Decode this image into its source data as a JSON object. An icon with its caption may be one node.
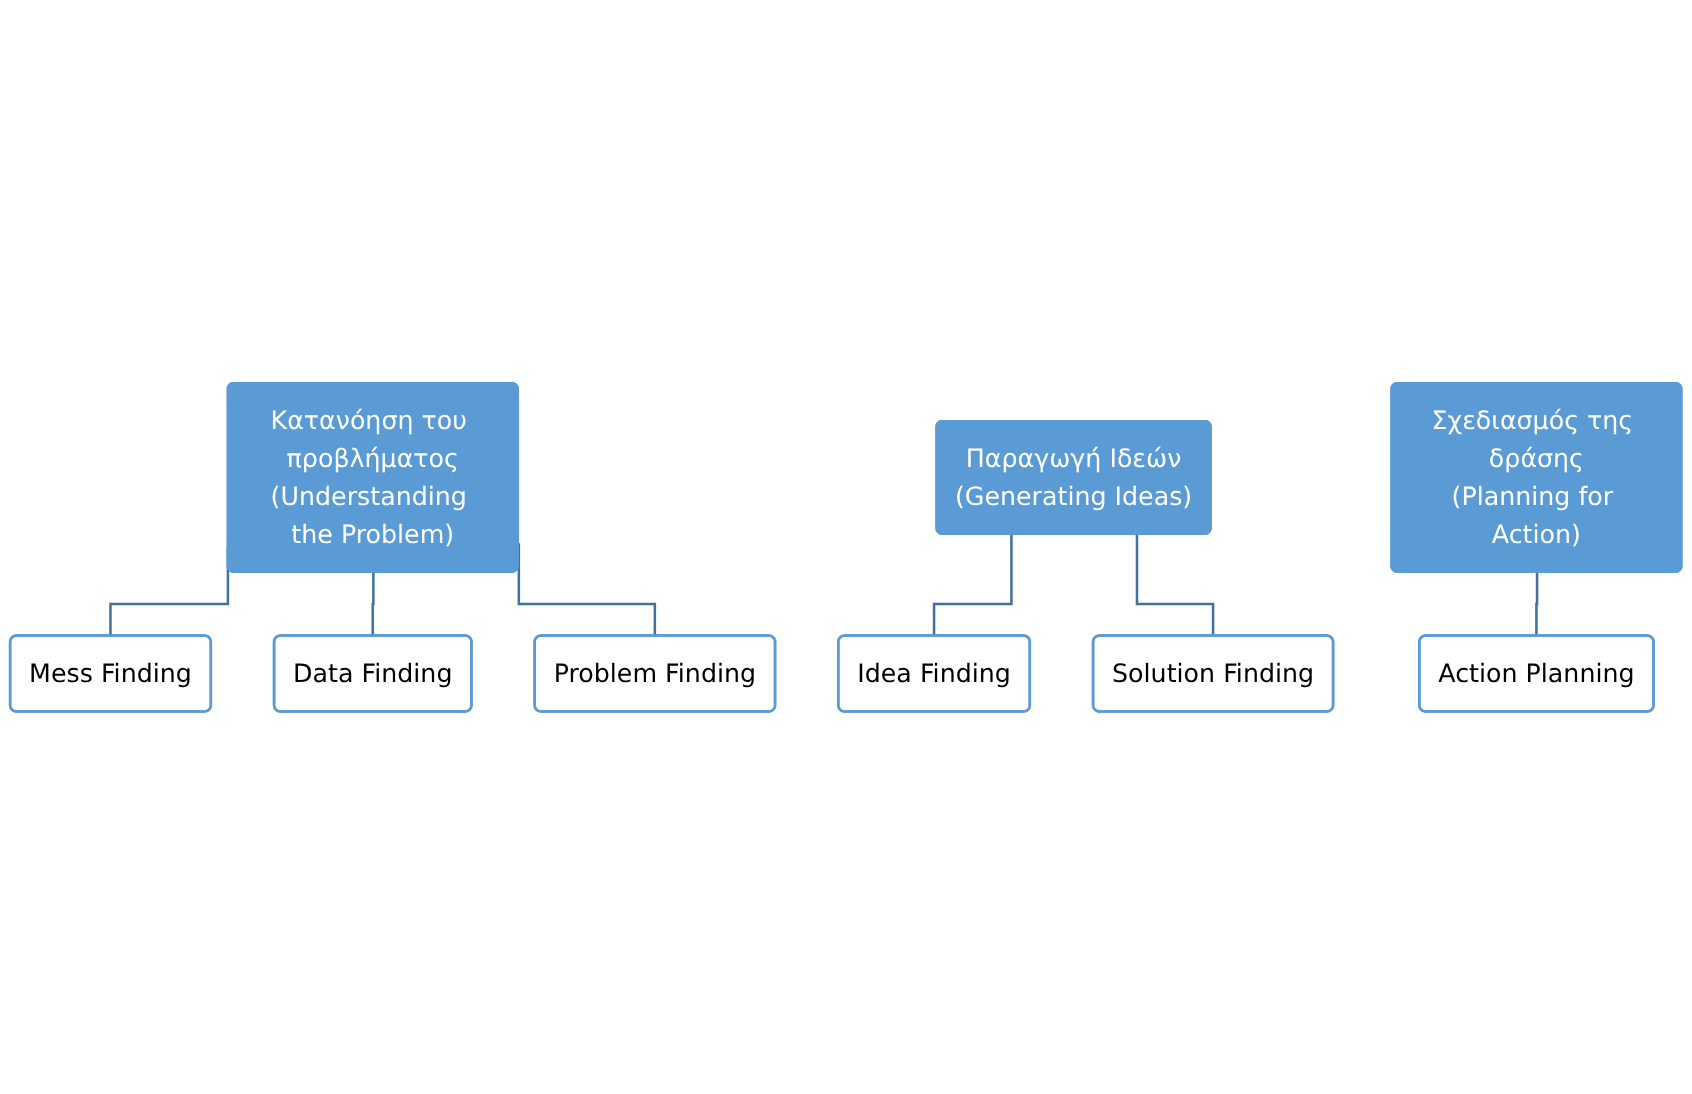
{
  "diagram": {
    "nodes": [
      {
        "text": [
          "Κατανόηση του προβλήματος",
          "(Understanding the Problem)"
        ]
      },
      {
        "text": [
          "Mess Finding"
        ]
      },
      {
        "text": [
          "Data Finding"
        ]
      },
      {
        "text": [
          "Problem Finding"
        ]
      },
      {
        "text": [
          "Παραγωγή Ιδεών",
          "(Generating Ideas)"
        ]
      },
      {
        "text": [
          "Idea Finding"
        ]
      },
      {
        "text": [
          "Solution Finding"
        ]
      },
      {
        "text": [
          "Σχεδιασμός της δράσης",
          "(Planning for Action)"
        ]
      },
      {
        "text": [
          "Action Planning"
        ]
      }
    ],
    "edges": [
      {
        "from": 0,
        "to": 1,
        "arrow": "none"
      },
      {
        "from": 0,
        "to": 2,
        "arrow": "none"
      },
      {
        "from": 0,
        "to": 3,
        "arrow": "none"
      },
      {
        "from": 4,
        "to": 5,
        "arrow": "none"
      },
      {
        "from": 4,
        "to": 6,
        "arrow": "none"
      },
      {
        "from": 7,
        "to": 8,
        "arrow": "none"
      }
    ]
  }
}
